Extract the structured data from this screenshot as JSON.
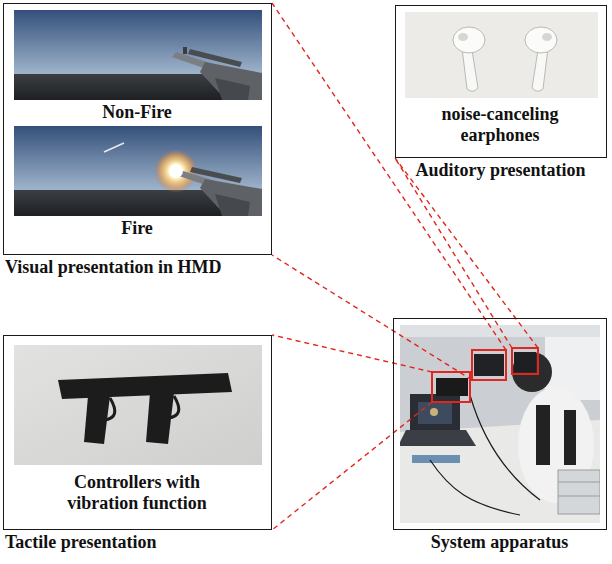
{
  "diagram": {
    "nodes": [
      {
        "text": [
          "Non-Fire",
          "Fire",
          "Visual presentation in HMD"
        ]
      },
      {
        "text": [
          "noise-canceling earphones",
          "Auditory presentation"
        ]
      },
      {
        "text": [
          "Controllers with vibration function",
          "Tactile presentation"
        ]
      },
      {
        "text": [
          "System apparatus"
        ]
      }
    ],
    "edges": [
      {
        "from": 3,
        "to": 0,
        "arrow": "none"
      },
      {
        "from": 3,
        "to": 0,
        "arrow": "none"
      },
      {
        "from": 3,
        "to": 1,
        "arrow": "none"
      },
      {
        "from": 3,
        "to": 1,
        "arrow": "none"
      },
      {
        "from": 3,
        "to": 2,
        "arrow": "none"
      },
      {
        "from": 3,
        "to": 2,
        "arrow": "none"
      }
    ]
  }
}
